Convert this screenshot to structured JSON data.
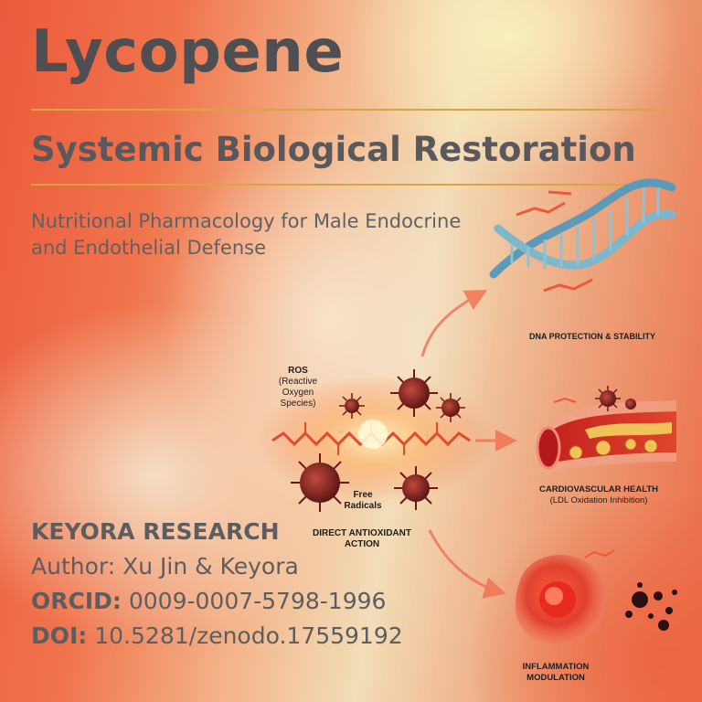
{
  "poster": {
    "title": "Lycopene",
    "subtitle": "Systemic Biological Restoration",
    "tagline_line1": "Nutritional Pharmacology for Male Endocrine",
    "tagline_line2": "and Endothelial Defense"
  },
  "diagram": {
    "ros_title": "ROS",
    "ros_line2": "(Reactive Oxygen",
    "ros_line3": "Species)",
    "free_radicals_line1": "Free",
    "free_radicals_line2": "Radicals",
    "direct_action_line1": "DIRECT ANTIOXIDANT",
    "direct_action_line2": "ACTION",
    "dna_label": "DNA PROTECTION & STABILITY",
    "cardio_label": "CARDIOVASCULAR HEALTH",
    "cardio_sublabel": "(LDL Oxidation Inhibition)",
    "inflammation_line1": "INFLAMMATION",
    "inflammation_line2": "MODULATION"
  },
  "credits": {
    "org": "KEYORA RESEARCH",
    "author_label": "Author:",
    "author_value": "Xu Jin & Keyora",
    "orcid_label": "ORCID:",
    "orcid_value": "0009-0007-5798-1996",
    "doi_label": "DOI:",
    "doi_value": "10.5281/zenodo.17559192"
  },
  "colors": {
    "accent_rule": "#d6a73f",
    "heading_text": "#4f4e52",
    "background_red": "#ec5a3c",
    "background_cream": "#f2ddb8"
  },
  "icons": [
    "dna-helix-icon",
    "blood-vessel-icon",
    "inflamed-cell-icon",
    "ros-virus-icon",
    "lycopene-molecule-icon"
  ]
}
